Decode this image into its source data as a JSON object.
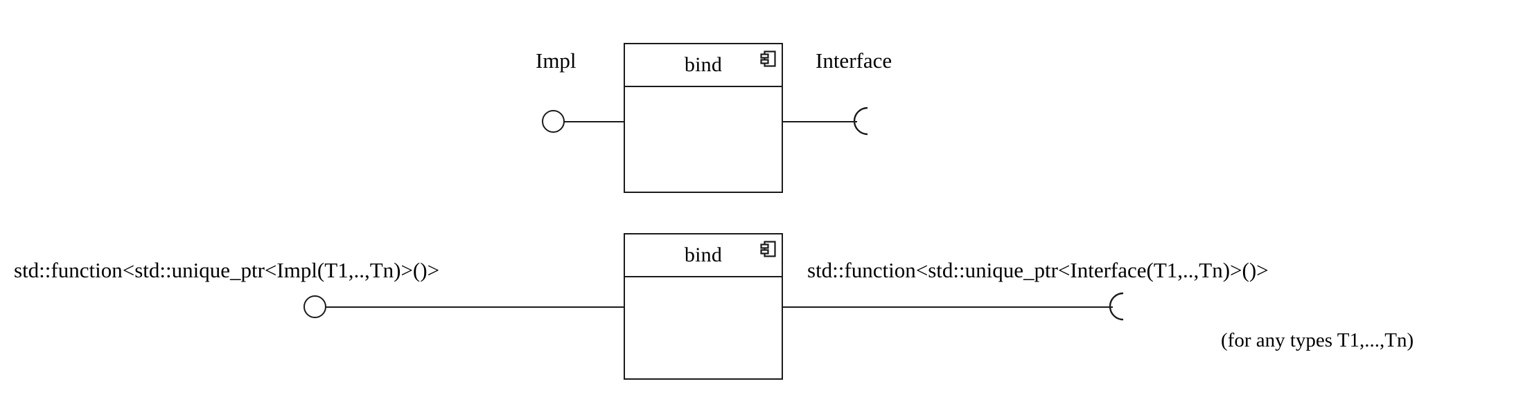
{
  "diagram": {
    "title": "bind component diagram",
    "background_color": "#ffffff",
    "stroke_color": "#1a1a1a"
  },
  "rows": [
    {
      "id": "simple",
      "component": {
        "name": "bind",
        "icon": "uml-component-icon"
      },
      "provided": {
        "label": "Impl",
        "connector": "ball"
      },
      "required": {
        "label": "Interface",
        "connector": "socket"
      }
    },
    {
      "id": "templated",
      "component": {
        "name": "bind",
        "icon": "uml-component-icon"
      },
      "provided": {
        "label": "std::function<std::unique_ptr<Impl(T1,..,Tn)>()>",
        "connector": "ball"
      },
      "required": {
        "label": "std::function<std::unique_ptr<Interface(T1,..,Tn)>()>",
        "connector": "socket"
      }
    }
  ],
  "footnote": "(for any types T1,...,Tn)"
}
